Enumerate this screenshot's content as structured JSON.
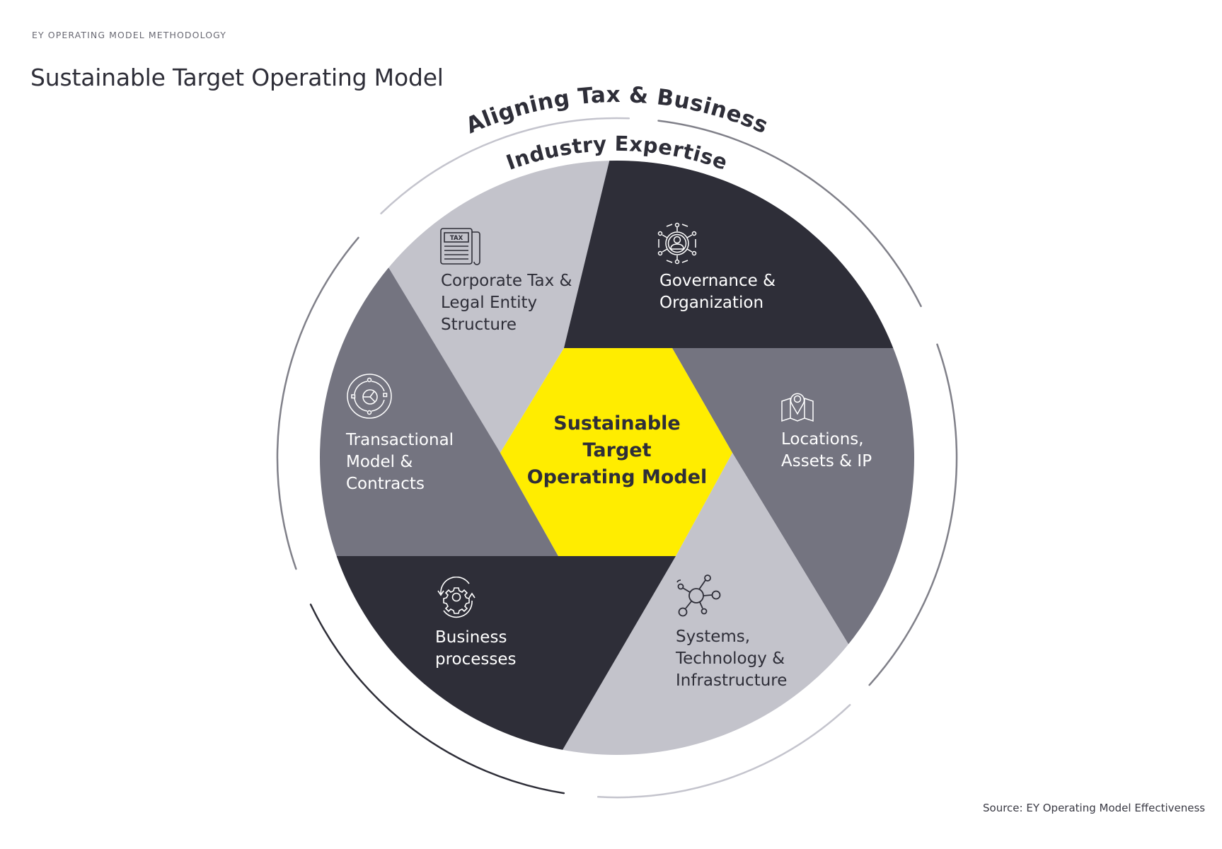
{
  "header": {
    "kicker": "EY OPERATING MODEL METHODOLOGY",
    "title": "Sustainable Target Operating Model"
  },
  "footer": {
    "source": "Source: EY Operating Model Effectiveness"
  },
  "diagram": {
    "outer_ring_label": "Aligning Tax & Business",
    "inner_ring_label": "Industry Expertise",
    "center": {
      "lines": [
        "Sustainable",
        "Target",
        "Operating Model"
      ],
      "color": "#ffed00"
    },
    "colors": {
      "light": "#c3c3cb",
      "mid": "#747480",
      "dark": "#2e2e38",
      "ring_light": "#c4c4cd",
      "ring_mid": "#808089",
      "ring_dark": "#2e2e38"
    },
    "segments": [
      {
        "id": "corporate-tax",
        "icon": "tax-document-icon",
        "tone": "light",
        "lines": [
          "Corporate Tax &",
          "Legal Entity",
          "Structure"
        ]
      },
      {
        "id": "governance",
        "icon": "governance-network-icon",
        "tone": "dark",
        "lines": [
          "Governance &",
          "Organization"
        ]
      },
      {
        "id": "locations",
        "icon": "map-pin-icon",
        "tone": "mid",
        "lines": [
          "Locations,",
          "Assets & IP"
        ]
      },
      {
        "id": "systems",
        "icon": "network-hub-icon",
        "tone": "light",
        "lines": [
          "Systems,",
          "Technology &",
          "Infrastructure"
        ]
      },
      {
        "id": "business-processes",
        "icon": "gear-cycle-icon",
        "tone": "dark",
        "lines": [
          "Business",
          "processes"
        ]
      },
      {
        "id": "transactional",
        "icon": "transaction-cycle-icon",
        "tone": "mid",
        "lines": [
          "Transactional",
          "Model &",
          "Contracts"
        ]
      }
    ]
  }
}
